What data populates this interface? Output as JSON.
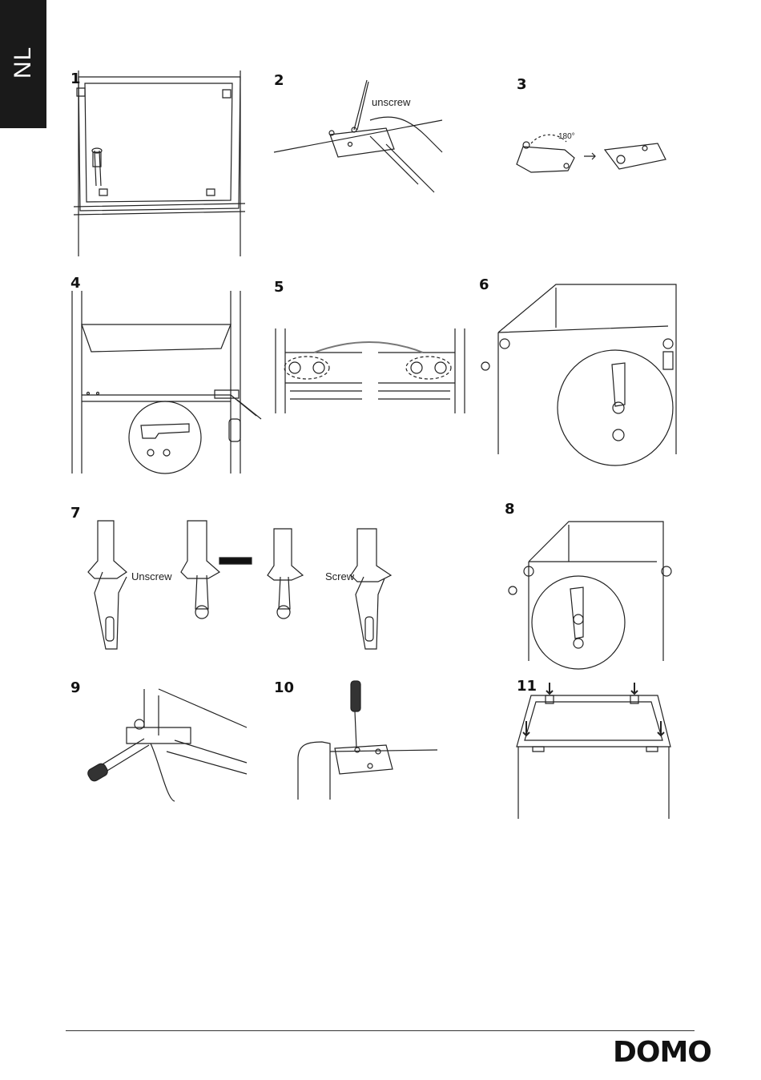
{
  "page": {
    "language_tab": "NL"
  },
  "steps": [
    {
      "number": "1"
    },
    {
      "number": "2",
      "label": "unscrew"
    },
    {
      "number": "3",
      "angle": "180°"
    },
    {
      "number": "4"
    },
    {
      "number": "5"
    },
    {
      "number": "6"
    },
    {
      "number": "7",
      "labels": [
        "Unscrew",
        "Screw"
      ]
    },
    {
      "number": "8"
    },
    {
      "number": "9"
    },
    {
      "number": "10"
    },
    {
      "number": "11"
    }
  ],
  "footer": {
    "brand": "DOMO"
  }
}
